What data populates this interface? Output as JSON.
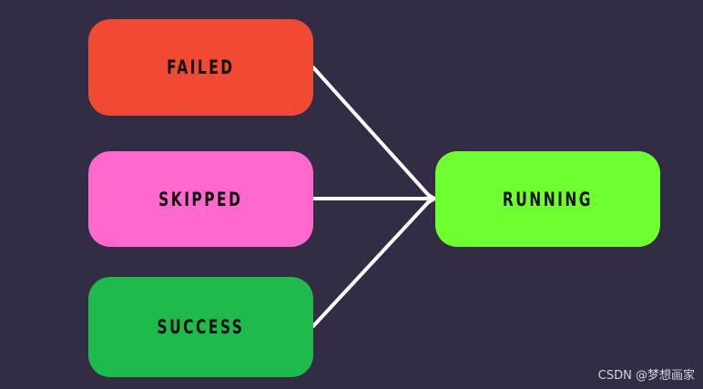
{
  "diagram": {
    "nodes": {
      "failed": {
        "label": "FAILED",
        "color": "#f04a32"
      },
      "skipped": {
        "label": "SKIPPED",
        "color": "#ff68cc"
      },
      "success": {
        "label": "SUCCESS",
        "color": "#1eba4c"
      },
      "running": {
        "label": "RUNNING",
        "color": "#6fff31"
      }
    },
    "edges": [
      {
        "from": "failed",
        "to": "running"
      },
      {
        "from": "skipped",
        "to": "running"
      },
      {
        "from": "success",
        "to": "running"
      }
    ],
    "edge_color": "#ffffff",
    "background": "#322c45"
  },
  "watermark": {
    "text": "CSDN @梦想画家"
  }
}
